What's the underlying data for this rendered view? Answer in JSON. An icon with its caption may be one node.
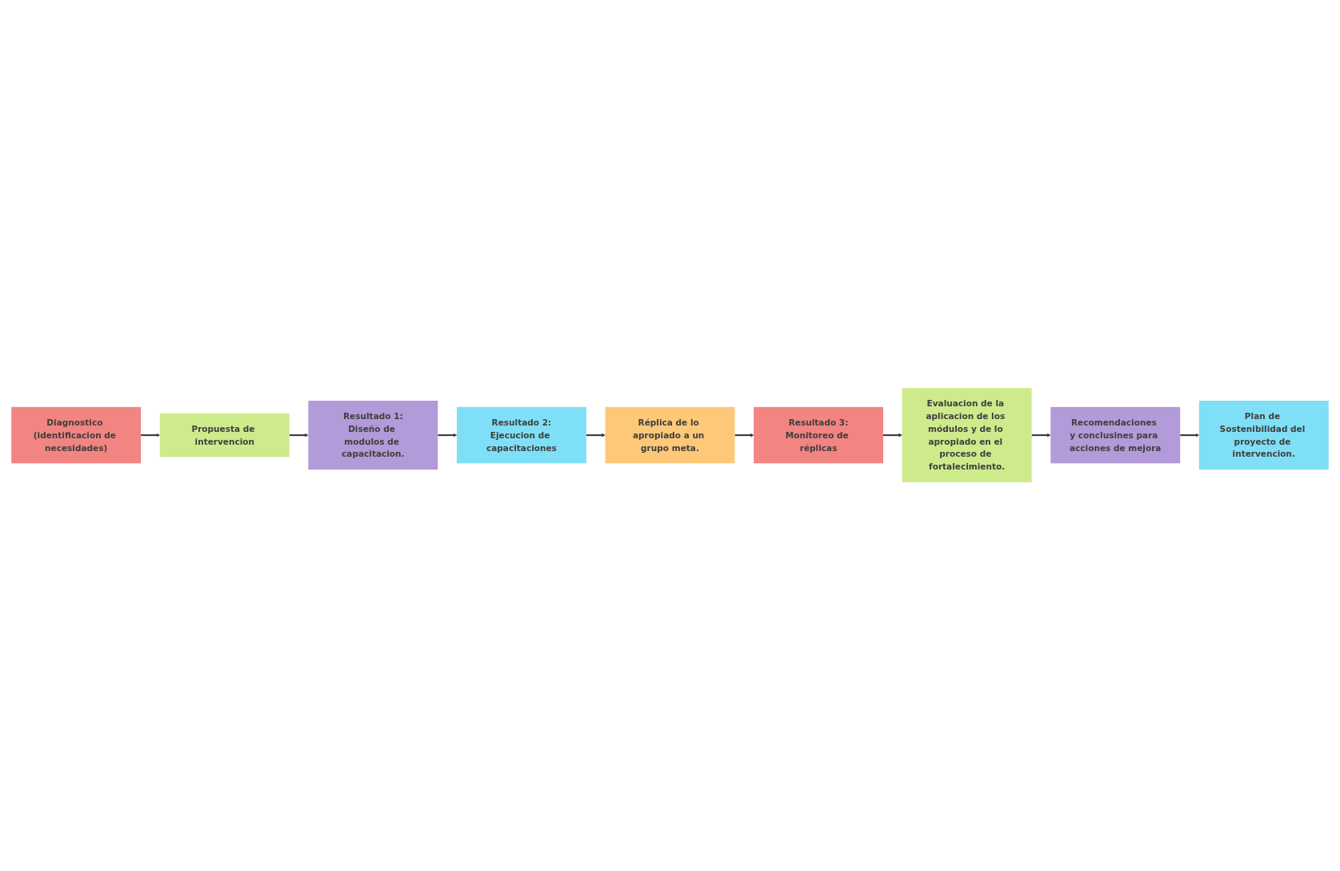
{
  "diagram": {
    "nodes": [
      {
        "text": [
          "Diagnostico (identificacion de necesidades)"
        ]
      },
      {
        "text": [
          "Propuesta de intervencion"
        ]
      },
      {
        "text": [
          "Resultado 1:",
          "Diseño de modulos de capacitacion."
        ]
      },
      {
        "text": [
          "Resultado 2:",
          "Ejecucion de capacitaciones"
        ]
      },
      {
        "text": [
          "Réplica de lo apropiado a un grupo meta."
        ]
      },
      {
        "text": [
          "Resultado 3:",
          "Monitoreo de réplicas"
        ]
      },
      {
        "text": [
          "Evaluacion de la aplicacion de los módulos y de lo apropiado en el proceso de fortalecimiento."
        ]
      },
      {
        "text": [
          "Recomendaciones y conclusines para acciones de mejora"
        ]
      },
      {
        "text": [
          "Plan de Sostenibilidad del proyecto de intervencion."
        ]
      }
    ],
    "edges": [
      {
        "from": 0,
        "to": 1,
        "arrow": "to"
      },
      {
        "from": 1,
        "to": 2,
        "arrow": "to"
      },
      {
        "from": 2,
        "to": 3,
        "arrow": "to"
      },
      {
        "from": 3,
        "to": 4,
        "arrow": "to"
      },
      {
        "from": 4,
        "to": 5,
        "arrow": "to"
      },
      {
        "from": 5,
        "to": 6,
        "arrow": "to"
      },
      {
        "from": 6,
        "to": 7,
        "arrow": "to"
      },
      {
        "from": 7,
        "to": 8,
        "arrow": "to"
      }
    ]
  }
}
